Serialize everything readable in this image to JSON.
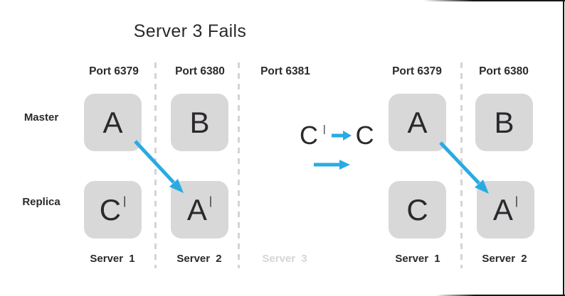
{
  "title": "Server 3 Fails",
  "colors": {
    "arrow_blue": "#29abe2",
    "box_gray": "#d8d8d8",
    "text_dark": "#2b292d",
    "muted_gray": "#d3d5d8",
    "dash_gray": "#d4d4d4",
    "frame_black": "#161616"
  },
  "row_labels": {
    "master": "Master",
    "replica": "Replica"
  },
  "left_panel": {
    "ports": [
      "Port 6379",
      "Port 6380",
      "Port 6381"
    ],
    "servers": [
      "Server 1",
      "Server 2",
      "Server 3"
    ],
    "boxes": {
      "master": [
        {
          "label": "A",
          "prime": ""
        },
        {
          "label": "B",
          "prime": ""
        }
      ],
      "replica": [
        {
          "label": "C",
          "prime": "|"
        },
        {
          "label": "A",
          "prime": "|"
        }
      ]
    }
  },
  "transition": {
    "from": "C",
    "from_prime": "|",
    "to": "C"
  },
  "right_panel": {
    "ports": [
      "Port 6379",
      "Port 6380"
    ],
    "servers": [
      "Server 1",
      "Server 2"
    ],
    "boxes": {
      "master": [
        {
          "label": "A",
          "prime": ""
        },
        {
          "label": "B",
          "prime": ""
        }
      ],
      "replica": [
        {
          "label": "C",
          "prime": ""
        },
        {
          "label": "A",
          "prime": "|"
        }
      ]
    }
  }
}
